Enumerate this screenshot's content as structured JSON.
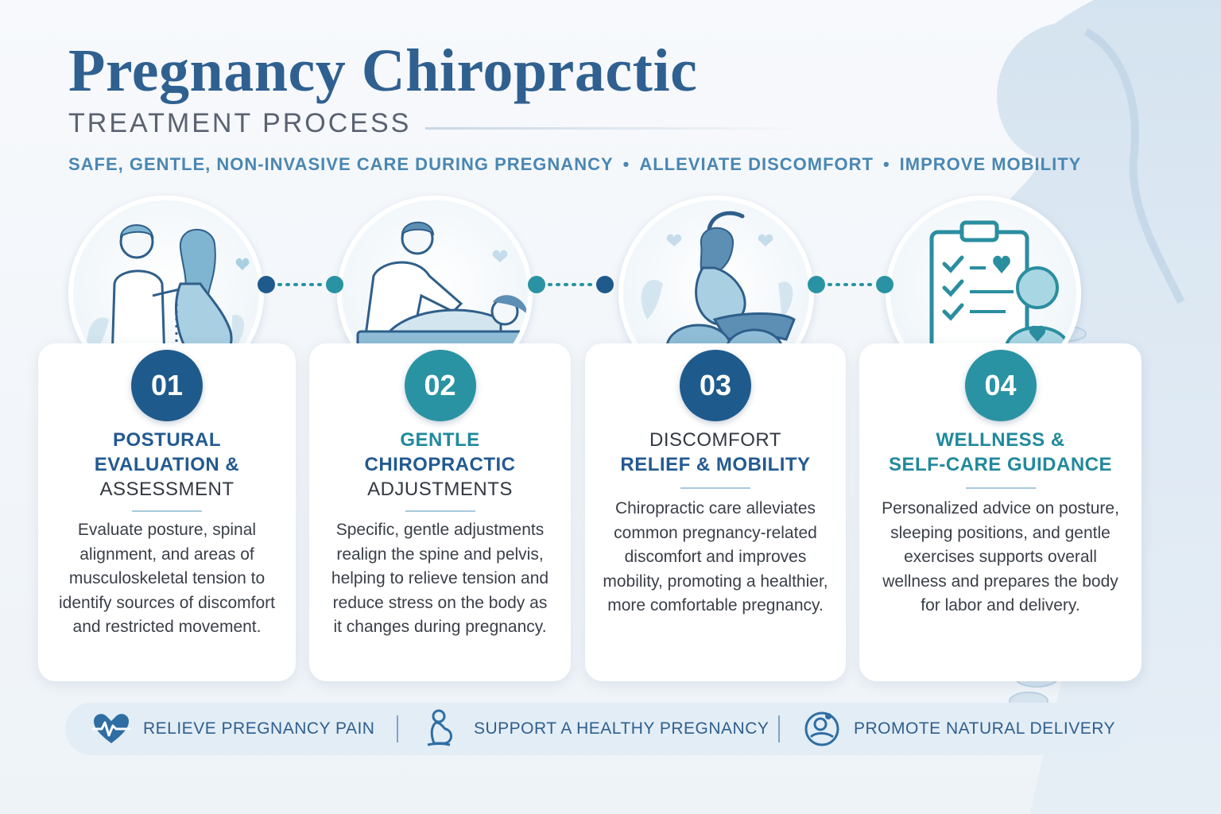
{
  "header": {
    "title": "Pregnancy Chiropractic",
    "subtitle": "TREATMENT PROCESS",
    "tagline": [
      "SAFE, GENTLE, NON-INVASIVE CARE DURING PREGNANCY",
      "ALLEVIATE DISCOMFORT",
      "IMPROVE MOBILITY"
    ],
    "tagline_separator": "•"
  },
  "colors": {
    "navy": "#235a91",
    "teal": "#21899c",
    "light_blue": "#a9cfe3",
    "background": "#f2f6fa"
  },
  "steps": [
    {
      "number": "01",
      "badge_color": "#1f5a8c",
      "title_lines": [
        "POSTURAL",
        "EVALUATION &",
        "ASSESSMENT"
      ],
      "title_styles": [
        "bold-navy",
        "bold-navy",
        "plain"
      ],
      "description": "Evaluate posture, spinal alignment, and areas of musculoskeletal tension to identify sources of discomfort and restricted movement.",
      "illustration": "chiropractor-assessing-pregnant-woman-illustration"
    },
    {
      "number": "02",
      "badge_color": "#2a93a3",
      "title_lines": [
        "GENTLE",
        "CHIROPRACTIC",
        "ADJUSTMENTS"
      ],
      "title_styles": [
        "bold-teal",
        "bold-navy",
        "plain"
      ],
      "description": "Specific, gentle adjustments realign the spine and pelvis, helping to relieve tension and reduce stress on the body as it changes during pregnancy.",
      "illustration": "chiropractor-adjusting-back-illustration"
    },
    {
      "number": "03",
      "badge_color": "#1f5a8c",
      "title_lines": [
        "DISCOMFORT",
        "RELIEF & MOBILITY"
      ],
      "title_styles": [
        "plain",
        "bold-navy"
      ],
      "description": "Chiropractic care alleviates common pregnancy-related discomfort and improves mobility, promoting a healthier, more comfortable pregnancy.",
      "illustration": "woman-stretching-on-ball-illustration"
    },
    {
      "number": "04",
      "badge_color": "#2a93a3",
      "title_lines": [
        "WELLNESS &",
        "SELF-CARE GUIDANCE"
      ],
      "title_styles": [
        "bold-teal",
        "bold-teal"
      ],
      "description": "Personalized advice on posture, sleeping positions, and gentle exercises supports overall wellness and prepares the body for labor and delivery.",
      "illustration": "clipboard-checklist-person-heart-illustration"
    }
  ],
  "benefits": [
    {
      "label": "RELIEVE PREGNANCY PAIN",
      "icon": "heart-pulse-icon"
    },
    {
      "label": "SUPPORT A HEALTHY PREGNANCY",
      "icon": "pregnant-woman-icon"
    },
    {
      "label": "PROMOTE NATURAL DELIVERY",
      "icon": "mother-baby-icon"
    }
  ]
}
